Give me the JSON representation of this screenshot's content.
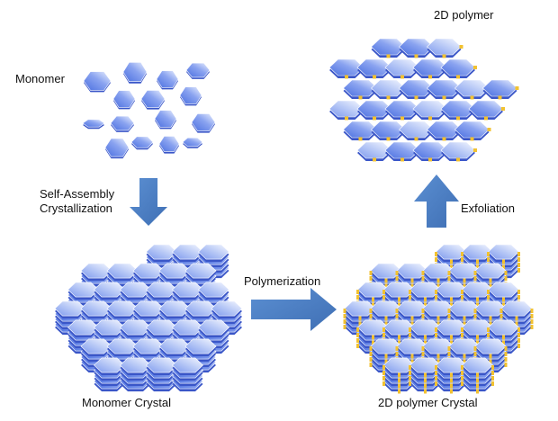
{
  "labels": {
    "monomer": "Monomer",
    "self_assembly_line1": "Self-Assembly",
    "self_assembly_line2": "Crystallization",
    "monomer_crystal": "Monomer Crystal",
    "polymerization": "Polymerization",
    "polymer_crystal": "2D polymer Crystal",
    "exfoliation": "Exfoliation",
    "polymer": "2D polymer"
  },
  "colors": {
    "hex_dark": "#4a6fe0",
    "hex_mid": "#7d99ee",
    "hex_light": "#eef3ff",
    "hex_side": "#3a56c8",
    "arrow": "#4a7ec4",
    "linker": "#f2c230"
  }
}
